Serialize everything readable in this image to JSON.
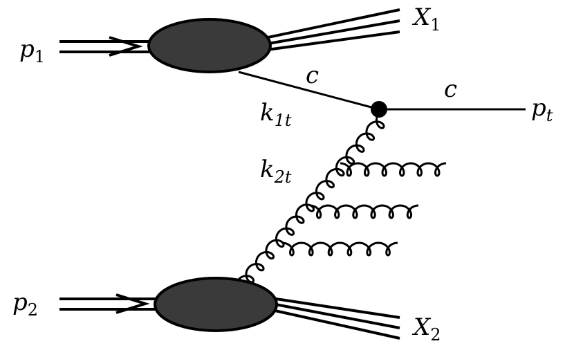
{
  "labels": {
    "p1": {
      "base": "p",
      "sub": "1"
    },
    "p2": {
      "base": "p",
      "sub": "2"
    },
    "x1": {
      "base": "X",
      "sub": "1"
    },
    "x2": {
      "base": "X",
      "sub": "2"
    },
    "pt": {
      "base": "p",
      "sub": "t"
    },
    "k1t": {
      "base": "k",
      "sub": "1t"
    },
    "k2t": {
      "base": "k",
      "sub": "2t"
    },
    "c_quark_in": "c",
    "c_quark_out": "c"
  },
  "colors": {
    "ink": "#000000",
    "blob": "#3a3a3a"
  }
}
